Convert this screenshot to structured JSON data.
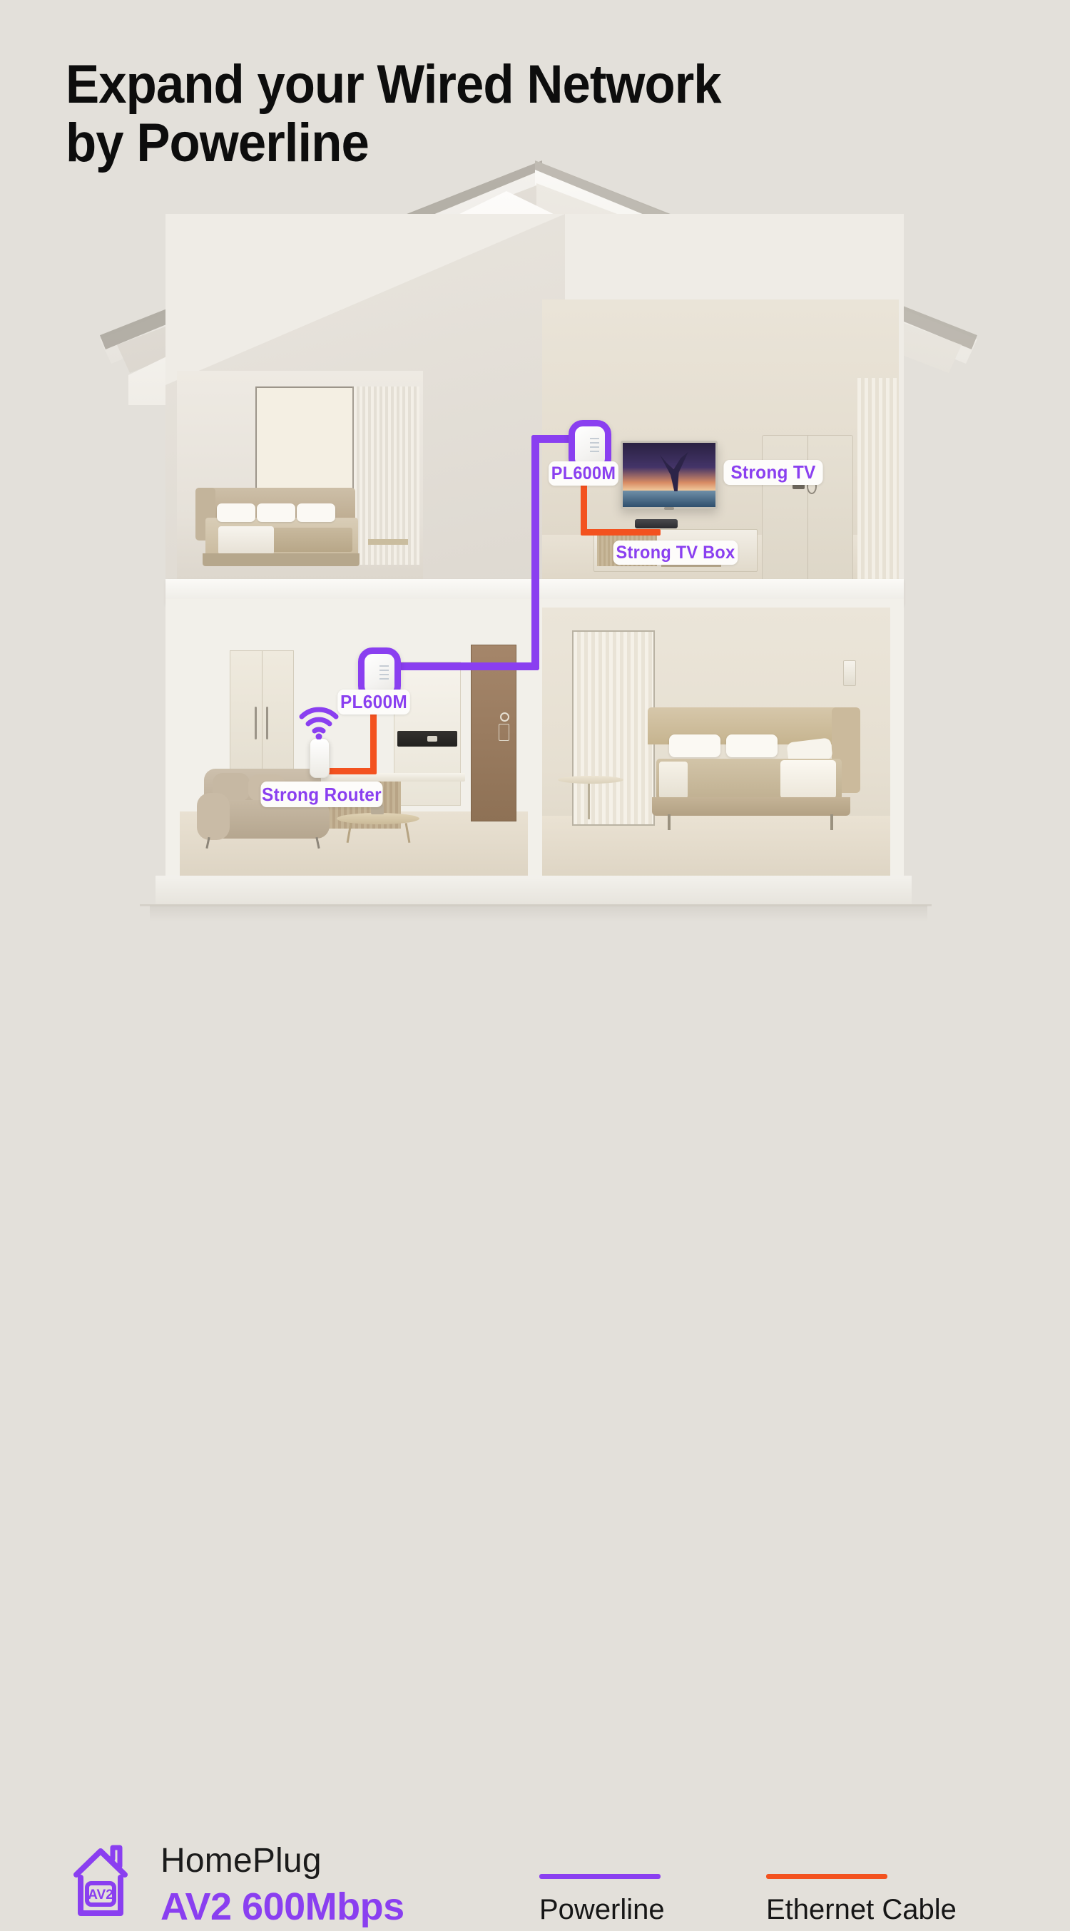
{
  "headline": "Expand your Wired Network\nby Powerline",
  "colors": {
    "background": "#e3e0da",
    "powerline_purple": "#8a3ff0",
    "ethernet_orange": "#f3521f",
    "headline_black": "#0d0d0d"
  },
  "diagram": {
    "scene": "cutaway-house",
    "labels": [
      {
        "id": "adapter-upper",
        "text": "PL600M"
      },
      {
        "id": "tv",
        "text": "Strong TV"
      },
      {
        "id": "tv-box",
        "text": "Strong TV Box"
      },
      {
        "id": "adapter-lower",
        "text": "PL600M"
      },
      {
        "id": "router",
        "text": "Strong Router"
      }
    ],
    "devices": {
      "adapter_upper_name": "powerline-adapter",
      "adapter_lower_name": "powerline-adapter",
      "tv_name": "wall-mounted-tv",
      "tv_box_name": "tv-set-top-box",
      "router_name": "wifi-router"
    }
  },
  "footer": {
    "badge": {
      "icon_label": "AV2",
      "title": "HomePlug",
      "speed": "AV2 600Mbps"
    },
    "legend": [
      {
        "label": "Powerline",
        "color": "#8a3ff0"
      },
      {
        "label": "Ethernet Cable",
        "color": "#f3521f"
      }
    ]
  }
}
